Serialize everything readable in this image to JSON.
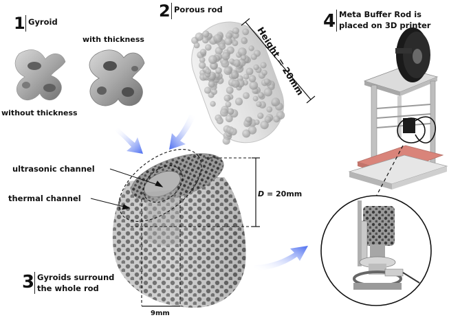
{
  "steps": [
    {
      "number": "1",
      "title": "Gyroid"
    },
    {
      "number": "2",
      "title": "Porous rod"
    },
    {
      "number": "3",
      "title_line1": "Gyroids surround",
      "title_line2": "the whole rod"
    },
    {
      "number": "4",
      "title_line1": "Meta Buffer Rod is",
      "title_line2": "placed on 3D printer"
    }
  ],
  "gyroid": {
    "without_thickness": "without thickness",
    "with_thickness": "with thickness"
  },
  "rod": {
    "height_label": "Height = 20mm"
  },
  "buffer": {
    "ultrasonic_channel": "ultrasonic channel",
    "thermal_channel": "thermal channel",
    "diameter_symbol": "D",
    "diameter_value": " = 20mm",
    "inner_width": "9mm"
  },
  "colors": {
    "arrow_blue": "#4a6cf0",
    "print_bed": "#d9847a",
    "frame_gray": "#b9b9bb"
  }
}
